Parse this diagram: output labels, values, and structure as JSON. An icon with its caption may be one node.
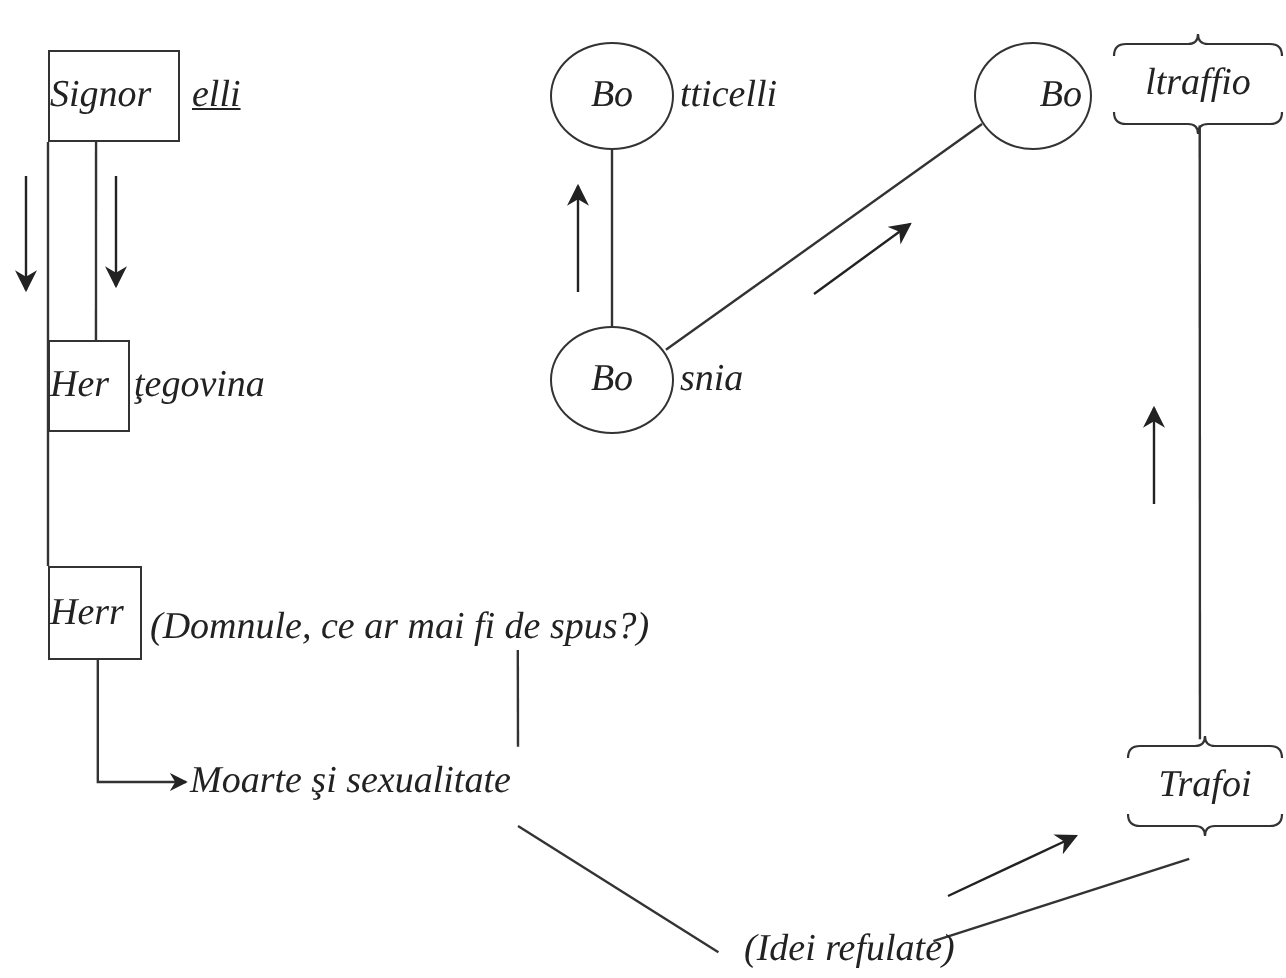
{
  "diagram": {
    "nodes": [
      {
        "text": [
          "Signor"
        ],
        "beside": [
          "elli"
        ]
      },
      {
        "text": [
          "Her"
        ],
        "beside": [
          "ţegovina"
        ]
      },
      {
        "text": [
          "Herr"
        ]
      },
      {
        "text": [
          "(Domnule, ce ar mai fi de spus?)"
        ]
      },
      {
        "text": [
          "Bo"
        ],
        "beside": [
          "tticelli"
        ]
      },
      {
        "text": [
          "Bo"
        ],
        "beside": [
          "snia"
        ]
      },
      {
        "text": [
          "Bo"
        ]
      },
      {
        "text": [
          "ltraffio"
        ]
      },
      {
        "text": [
          "Moarte şi sexualitate"
        ]
      },
      {
        "text": [
          "(Idei refulate)"
        ]
      },
      {
        "text": [
          "Trafoi"
        ]
      }
    ],
    "edges": [
      {
        "from": 0,
        "to": 1,
        "arrow": "none"
      },
      {
        "from": 0,
        "to": 2,
        "arrow": "none"
      },
      {
        "from": 5,
        "to": 4,
        "arrow": "none"
      },
      {
        "from": 5,
        "to": 6,
        "arrow": "none"
      },
      {
        "from": 7,
        "to": 10,
        "arrow": "none"
      },
      {
        "from": 2,
        "to": 8,
        "arrow": "to"
      },
      {
        "from": 8,
        "to": 3,
        "arrow": "none"
      },
      {
        "from": 8,
        "to": 9,
        "arrow": "none"
      },
      {
        "from": 9,
        "to": 10,
        "arrow": "none"
      }
    ]
  }
}
